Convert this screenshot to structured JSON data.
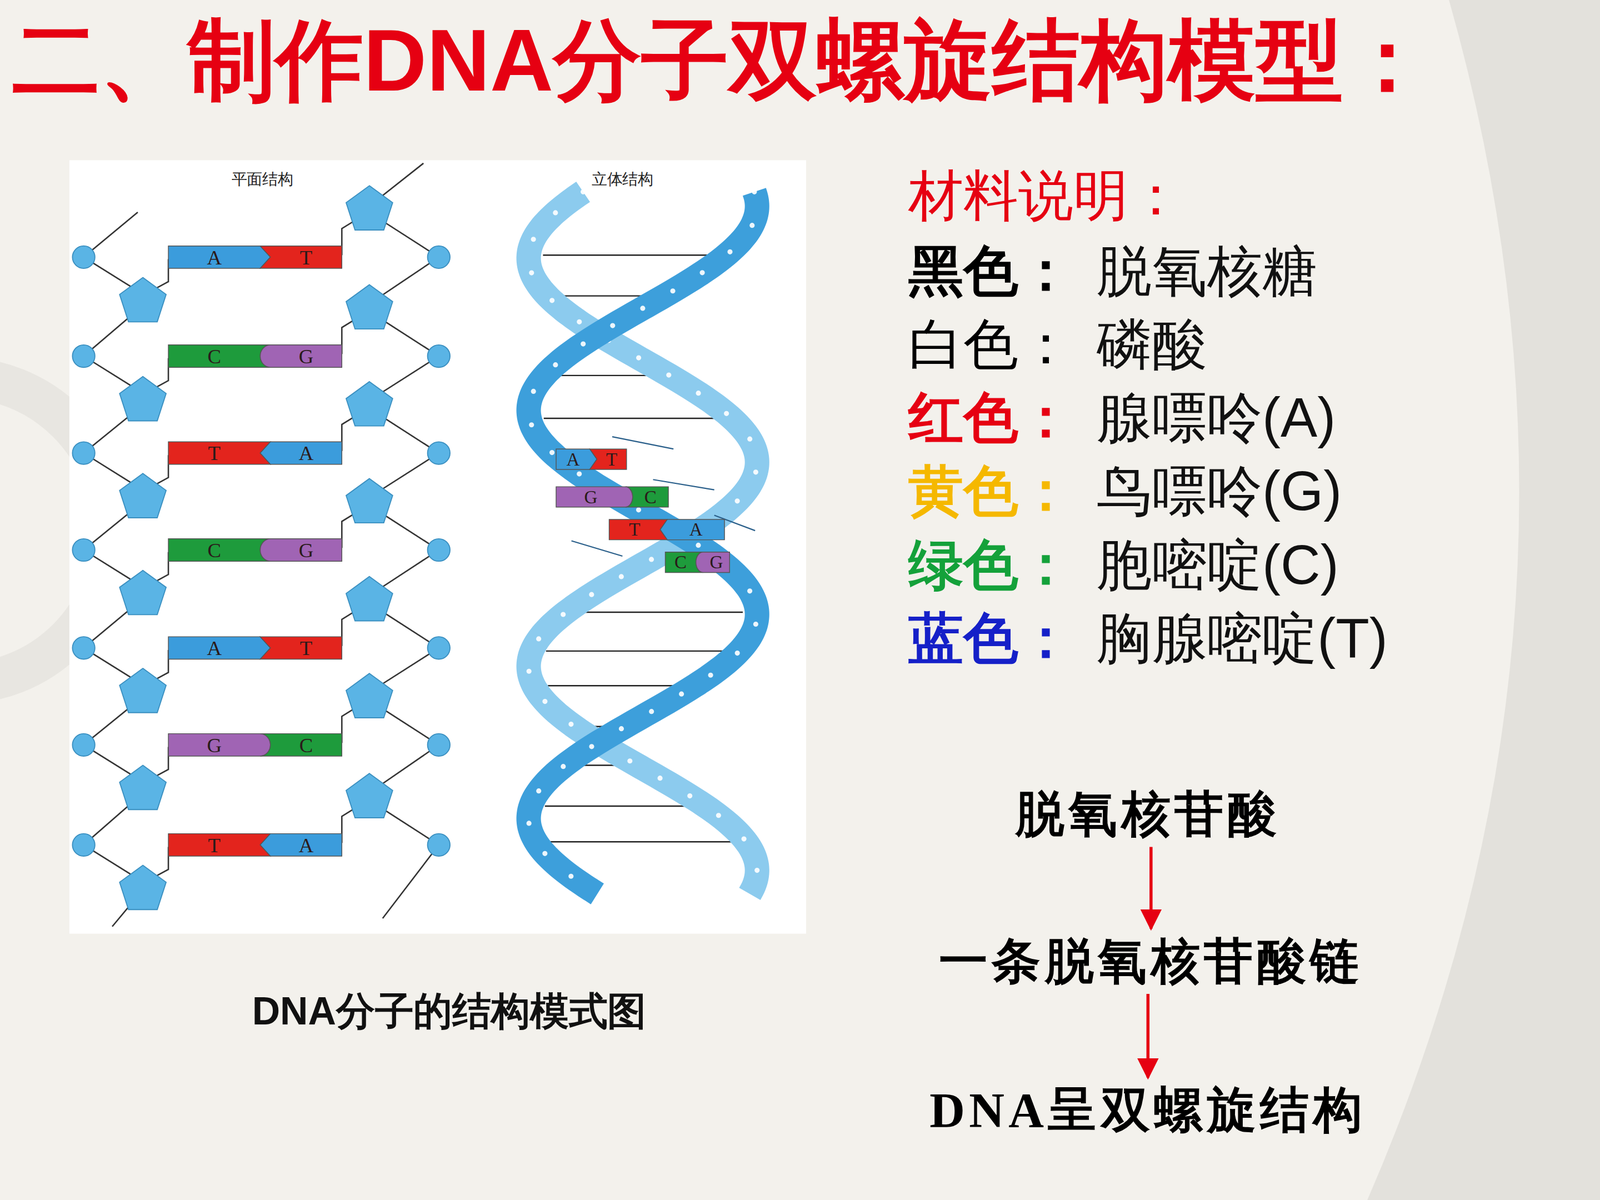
{
  "diagram": {
    "title": "二、制作DNA分子双螺旋结构模型：",
    "caption": "DNA分子的结构模式图",
    "nodes": [
      {
        "text": [
          "A"
        ]
      },
      {
        "text": [
          "T"
        ]
      },
      {
        "text": [
          "C"
        ]
      },
      {
        "text": [
          "G"
        ]
      },
      {
        "text": [
          "T"
        ]
      },
      {
        "text": [
          "A"
        ]
      },
      {
        "text": [
          "C"
        ]
      },
      {
        "text": [
          "G"
        ]
      },
      {
        "text": [
          "A"
        ]
      },
      {
        "text": [
          "T"
        ]
      },
      {
        "text": [
          "G"
        ]
      },
      {
        "text": [
          "C"
        ]
      },
      {
        "text": [
          "T"
        ]
      },
      {
        "text": [
          "A"
        ]
      },
      {
        "text": [
          "A"
        ]
      },
      {
        "text": [
          "T"
        ]
      },
      {
        "text": [
          "G"
        ]
      },
      {
        "text": [
          "C"
        ]
      },
      {
        "text": [
          "T"
        ]
      },
      {
        "text": [
          "A"
        ]
      },
      {
        "text": [
          "C"
        ]
      },
      {
        "text": [
          "G"
        ]
      },
      {
        "text": [
          "脱氧核苷酸"
        ]
      },
      {
        "text": [
          "一条脱氧核苷酸链"
        ]
      },
      {
        "text": [
          "DNA呈双螺旋结构"
        ]
      }
    ],
    "edges": [
      {
        "from": 22,
        "to": 23,
        "arrow": "to"
      },
      {
        "from": 23,
        "to": 24,
        "arrow": "to"
      }
    ],
    "labels": [
      "平面结构",
      "立体结构",
      "材料说明：",
      "黑色：",
      "脱氧核糖",
      "白色：",
      "磷酸",
      "红色：",
      "腺嘌呤(A)",
      "黄色：",
      "鸟嘌呤(G)",
      "绿色：",
      "胞嘧啶(C)",
      "蓝色：",
      "胸腺嘧啶(T)"
    ]
  }
}
